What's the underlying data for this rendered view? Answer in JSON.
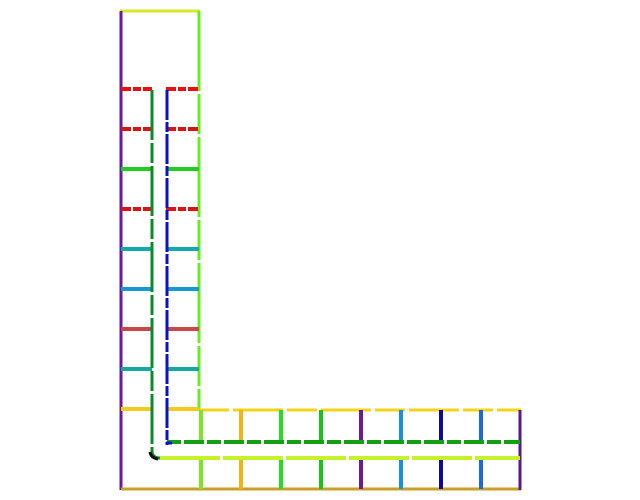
{
  "colors": {
    "background": "#ffffff",
    "outer_top": "#d8e826",
    "outer_left": "#6a1a9a",
    "inner_right": "#66ee22",
    "bottom_edge": "#c8a028",
    "right_edge": "#5a1a8a",
    "top_edge_horizontal": "#f2d418",
    "route_blue": "#0a12c8",
    "route_green": "#12a012",
    "route_dark_green": "#0b8a2a",
    "route_lime": "#c6f22a",
    "corner_black": "#111111"
  },
  "vertical_arm_rungs": [
    {
      "name": "rung-1",
      "left_color": "#e81010",
      "right_color": "#e81010",
      "dashed": true
    },
    {
      "name": "rung-2",
      "left_color": "#d81414",
      "right_color": "#d81414",
      "dashed": true
    },
    {
      "name": "rung-3",
      "left_color": "#22cc22",
      "right_color": "#22cc22",
      "dashed": false
    },
    {
      "name": "rung-4",
      "left_color": "#dd1212",
      "right_color": "#dd1212",
      "dashed": true
    },
    {
      "name": "rung-5",
      "left_color": "#12a8b0",
      "right_color": "#12a8b0",
      "dashed": false
    },
    {
      "name": "rung-6",
      "left_color": "#1898d0",
      "right_color": "#1898d0",
      "dashed": false
    },
    {
      "name": "rung-7",
      "left_color": "#c84848",
      "right_color": "#c84848",
      "dashed": false
    },
    {
      "name": "rung-8",
      "left_color": "#14a8a0",
      "right_color": "#14a8a0",
      "dashed": false
    },
    {
      "name": "rung-9",
      "left_color": "#f2cc18",
      "right_color": "#f2cc18",
      "dashed": false
    }
  ],
  "horizontal_arm_rungs": [
    {
      "name": "col-1",
      "color": "#7ae81e"
    },
    {
      "name": "col-2",
      "color": "#f0b414"
    },
    {
      "name": "col-3",
      "color": "#22dd22"
    },
    {
      "name": "col-4",
      "color": "#18c418"
    },
    {
      "name": "col-5",
      "color": "#6a1a9a"
    },
    {
      "name": "col-6",
      "color": "#1890e0"
    },
    {
      "name": "col-7",
      "color": "#0a0aa0"
    },
    {
      "name": "col-8",
      "color": "#1a6ad8"
    }
  ]
}
